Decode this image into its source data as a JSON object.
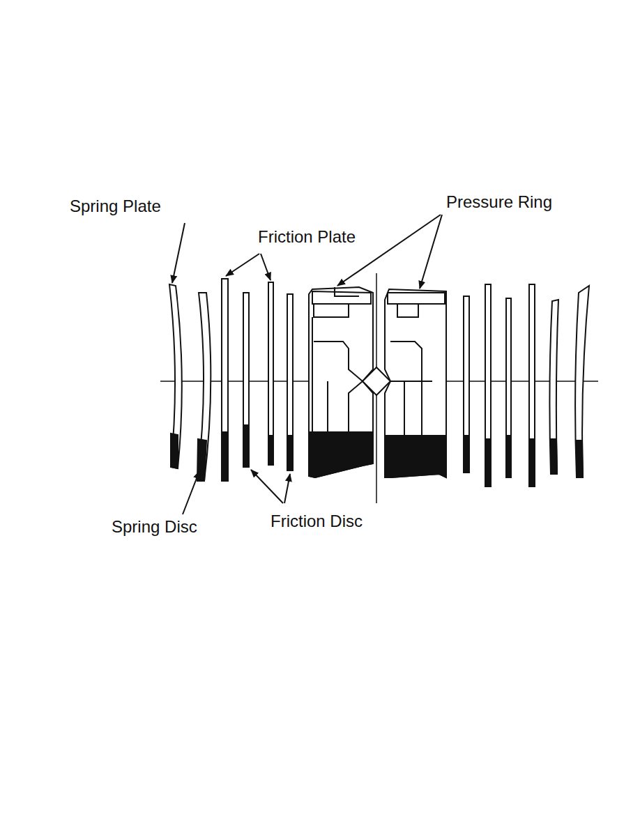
{
  "diagram": {
    "labels": [
      "Spring Plate",
      "Pressure Ring",
      "Friction Plate",
      "Spring Disc",
      "Friction Disc"
    ]
  }
}
